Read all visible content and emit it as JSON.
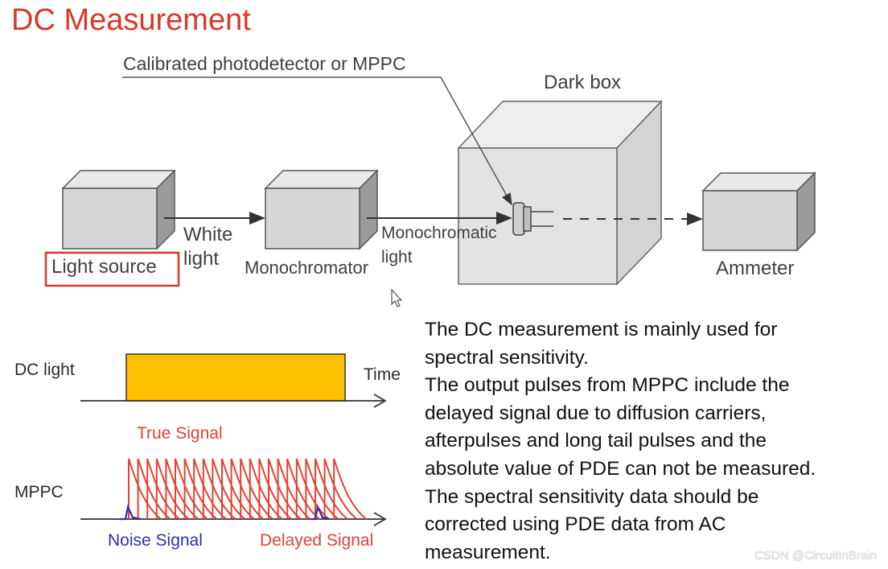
{
  "title": "DC Measurement",
  "diagram": {
    "detector_label": "Calibrated photodetector or MPPC",
    "dark_box_label": "Dark box",
    "light_source_label": "Light source",
    "white_light_label": [
      "White",
      "light"
    ],
    "monochromator_label": "Monochromator",
    "monochromatic_light_label": [
      "Monochromatic",
      "light"
    ],
    "ammeter_label": "Ammeter"
  },
  "timing": {
    "dc_light_label": "DC light",
    "time_label": "Time",
    "true_signal_label": "True Signal",
    "mppc_label": "MPPC",
    "noise_signal_label": "Noise Signal",
    "delayed_signal_label": "Delayed Signal",
    "pulse_color": "#e34234",
    "noise_color": "#2f2fb0",
    "dc_fill_color": "#ffc000"
  },
  "description": [
    "The DC measurement is mainly used for",
    "spectral sensitivity.",
    "The output pulses from MPPC include the",
    "delayed signal due to diffusion carriers,",
    "afterpulses and  long tail pulses and the",
    "absolute value of PDE can not be measured.",
    "The spectral sensitivity data should be",
    "corrected using PDE data from AC",
    "measurement."
  ],
  "watermark": "CSDN @CircuitInBrain"
}
